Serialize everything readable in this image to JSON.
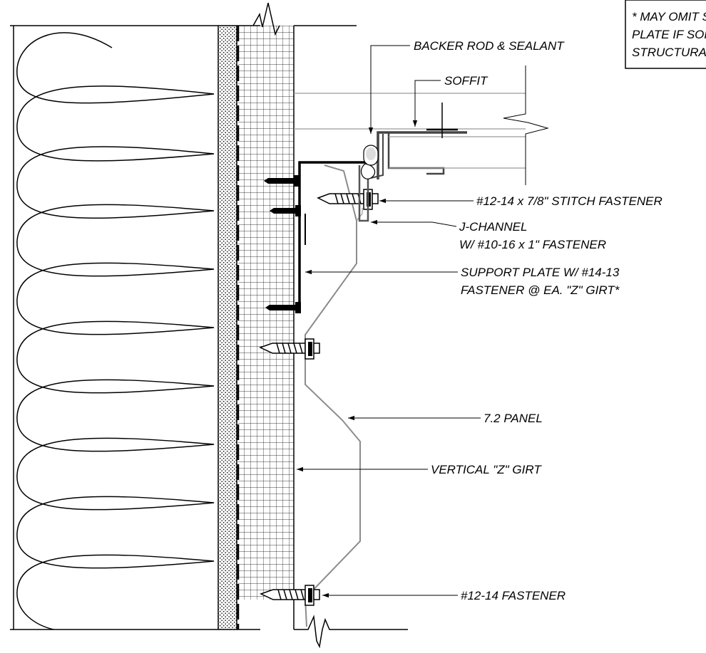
{
  "note": {
    "lines": [
      "* MAY OMIT SUPPORT",
      "PLATE IF SOFFIT IS",
      "STRUCTURALLY SUPPORTED"
    ]
  },
  "callouts": {
    "backer_rod": "BACKER ROD & SEALANT",
    "soffit": "SOFFIT",
    "stitch_fastener": "#12-14 x 7/8\" STITCH FASTENER",
    "j_channel_1": "J-CHANNEL",
    "j_channel_2": "W/ #10-16 x 1\" FASTENER",
    "support_plate_1": "SUPPORT PLATE W/ #14-13",
    "support_plate_2": "FASTENER @ EA. \"Z\" GIRT*",
    "panel": "7.2 PANEL",
    "z_girt": "VERTICAL \"Z\" GIRT",
    "fastener_12_14": "#12-14 FASTENER"
  },
  "colors": {
    "line": "#000000",
    "panel": "#8c8c8c",
    "background": "#ffffff"
  }
}
